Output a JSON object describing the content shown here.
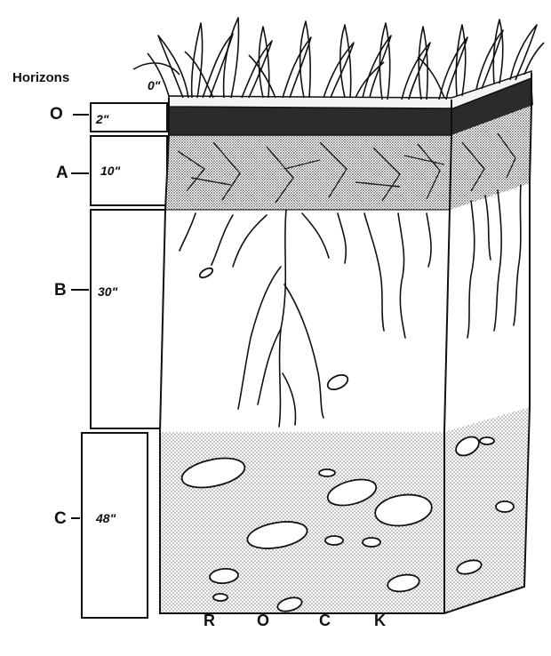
{
  "labels": {
    "horizons": "Horizons",
    "surface_depth": "0\""
  },
  "horizons": [
    {
      "name": "O",
      "depth": "2\""
    },
    {
      "name": "A",
      "depth": "10\""
    },
    {
      "name": "B",
      "depth": "30\""
    },
    {
      "name": "C",
      "depth": "48\""
    }
  ],
  "bedrock_letters": [
    "R",
    "O",
    "C",
    "K"
  ],
  "colors": {
    "ink": "#111111",
    "o_horizon": "#2b2b2b",
    "a_horizon": "#a3a3a3",
    "c_horizon_stipple": "#8c8c8c",
    "background": "#ffffff"
  }
}
